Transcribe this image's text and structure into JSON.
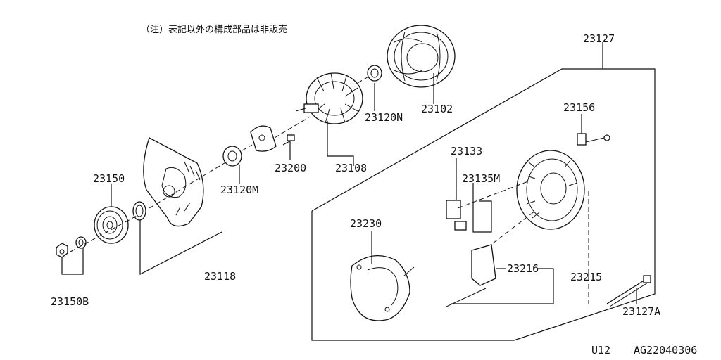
{
  "note": "（注）表記以外の構成部品は非販売",
  "labels": {
    "p23127": "23127",
    "p23102": "23102",
    "p23120N": "23120N",
    "p23156": "23156",
    "p23108": "23108",
    "p23133": "23133",
    "p23200": "23200",
    "p23135M": "23135M",
    "p23150": "23150",
    "p23120M": "23120M",
    "p23230": "23230",
    "p23216": "23216",
    "p23215": "23215",
    "p23118": "23118",
    "p23150B": "23150B",
    "p23127A": "23127A"
  },
  "footer": {
    "code": "U12",
    "ref": "AG22040306"
  }
}
